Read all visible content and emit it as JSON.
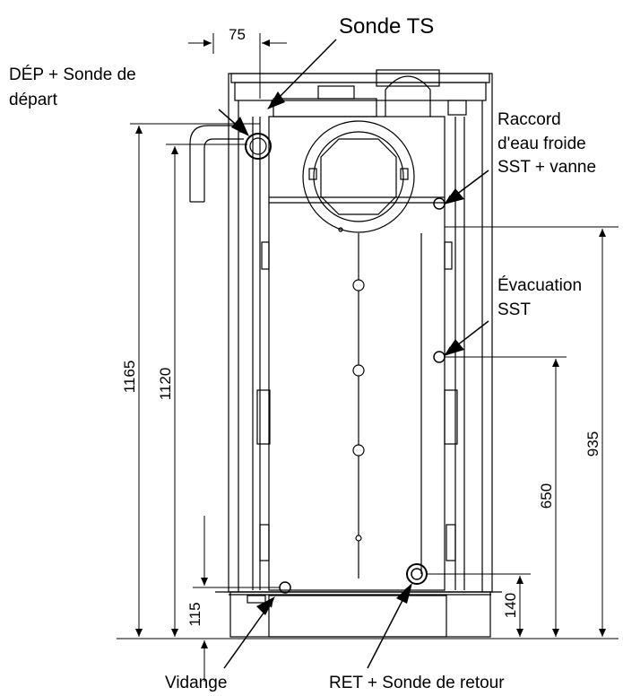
{
  "labels": {
    "sonde_ts": "Sonde TS",
    "dep_line1": "DÉP + Sonde de",
    "dep_line2": "départ",
    "raccord_line1": "Raccord",
    "raccord_line2": "d'eau froide",
    "raccord_line3": "SST + vanne",
    "evac_line1": "Évacuation",
    "evac_line2": "SST",
    "vidange": "Vidange",
    "ret": "RET + Sonde de retour"
  },
  "dimensions": {
    "top_width": "75",
    "h1165": "1165",
    "h1120": "1120",
    "h115": "115",
    "h935": "935",
    "h650": "650",
    "h140": "140"
  }
}
